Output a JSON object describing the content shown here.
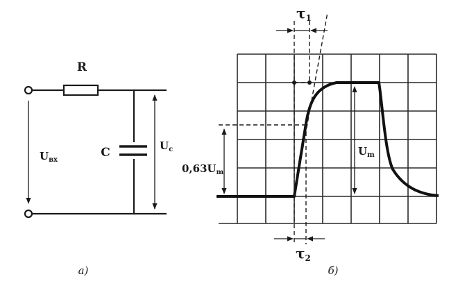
{
  "circuit": {
    "resistor_label": "R",
    "capacitor_label": "C",
    "input_voltage_main": "U",
    "input_voltage_sub": "вх",
    "cap_voltage_main": "U",
    "cap_voltage_sub": "c",
    "caption": "а)"
  },
  "scope": {
    "tau1_main": "τ",
    "tau1_sub": "1",
    "tau2_main": "τ",
    "tau2_sub": "2",
    "level_main": "0,63U",
    "level_sub": "m",
    "amplitude_main": "U",
    "amplitude_sub": "m",
    "caption": "б)"
  }
}
